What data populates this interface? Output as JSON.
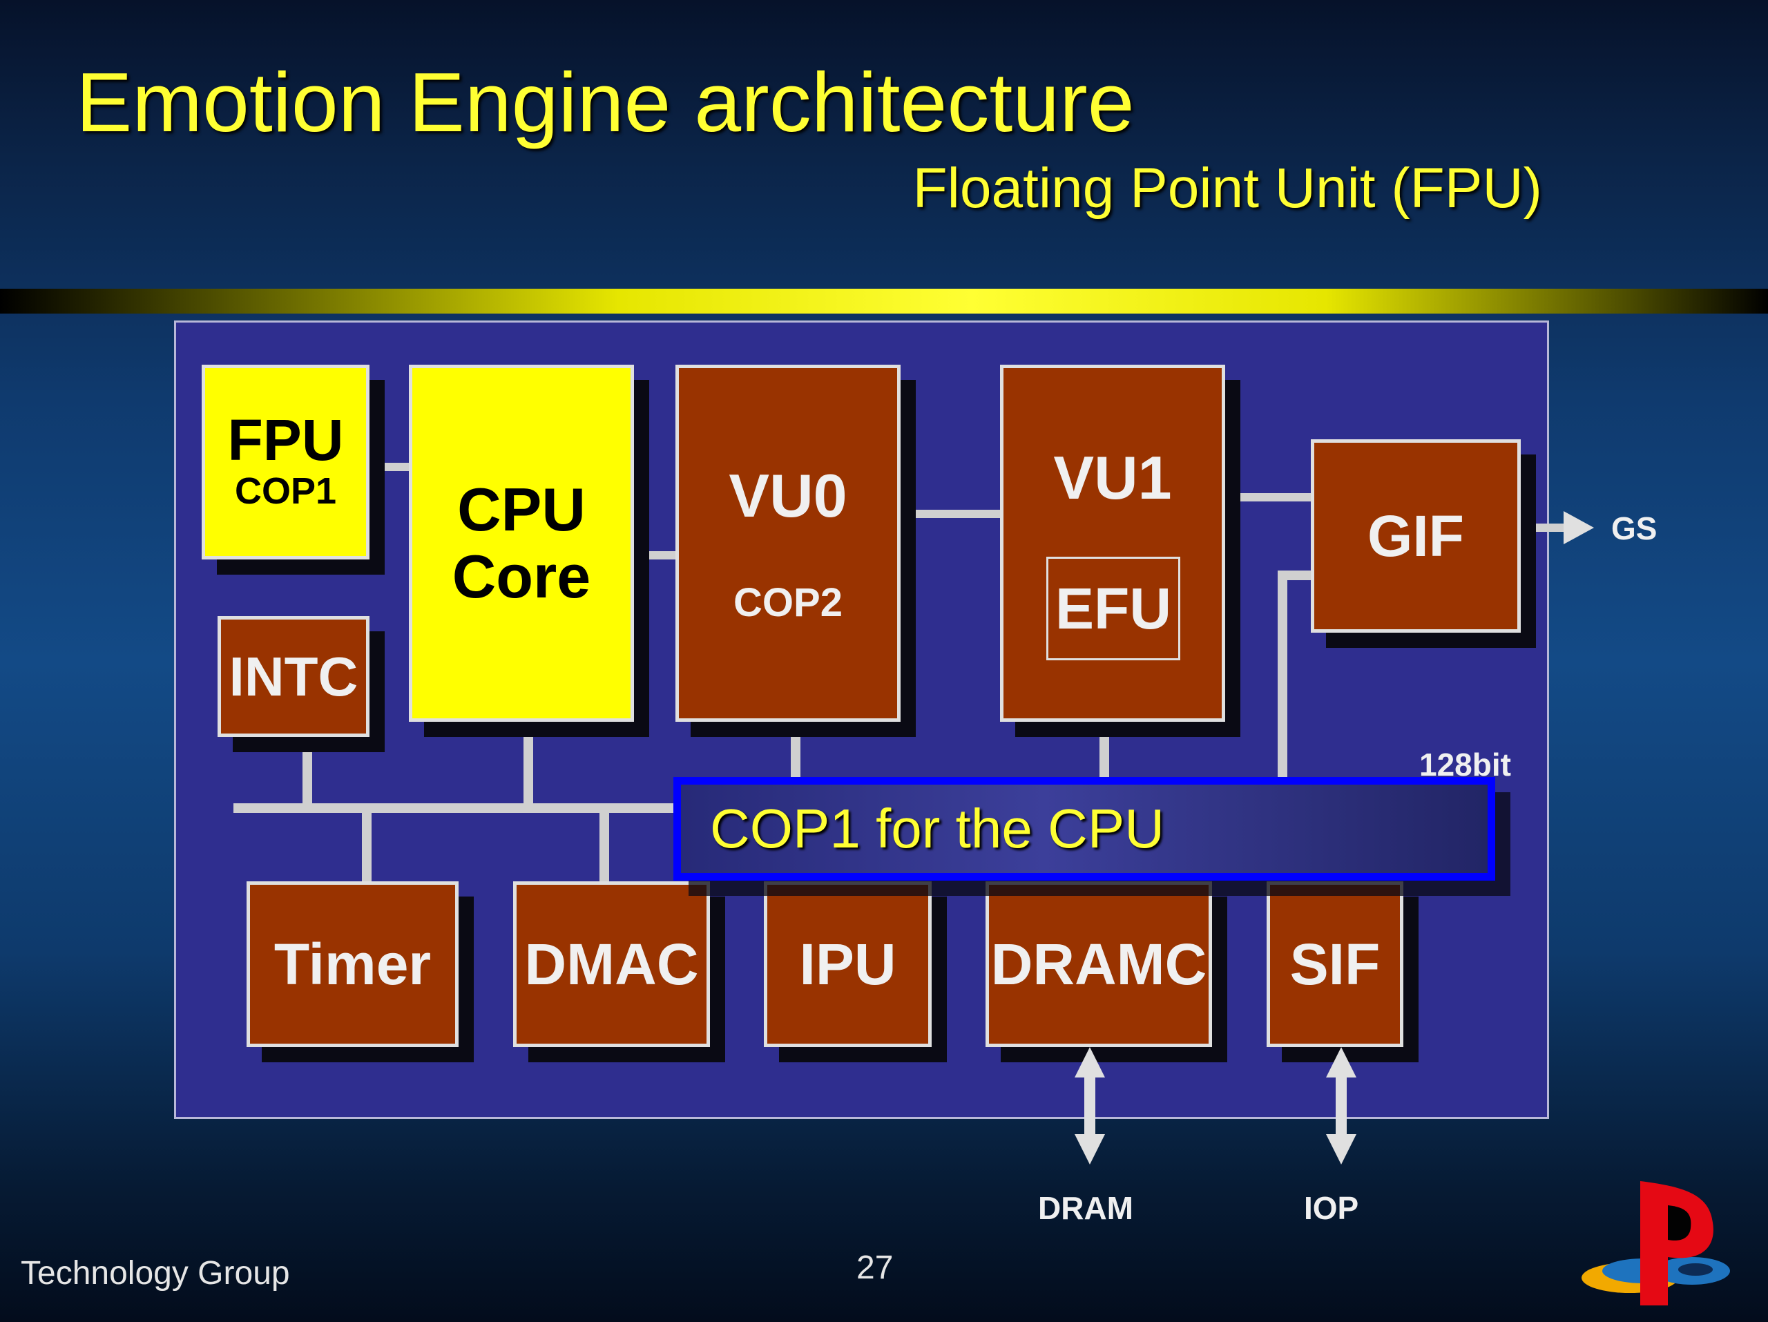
{
  "slide": {
    "title": "Emotion Engine architecture",
    "subtitle": "Floating Point Unit (FPU)"
  },
  "diagram": {
    "fpu": {
      "name": "FPU",
      "sub": "COP1"
    },
    "cpu": {
      "line1": "CPU",
      "line2": "Core"
    },
    "vu0": {
      "name": "VU0",
      "sub": "COP2"
    },
    "vu1": {
      "name": "VU1",
      "inner": "EFU"
    },
    "gif": "GIF",
    "intc": "INTC",
    "timer": "Timer",
    "dmac": "DMAC",
    "ipu": "IPU",
    "dramc": "DRAMC",
    "sif": "SIF",
    "bus_label": "128bit",
    "gs_label": "GS",
    "dram_label": "DRAM",
    "iop_label": "IOP",
    "colors": {
      "highlight_block": "#ffff00",
      "unit_block": "#993300",
      "panel": "#2f2e8f",
      "callout_border": "#0000ff"
    }
  },
  "callout": {
    "text": "COP1 for the CPU"
  },
  "footer": {
    "group": "Technology Group",
    "page_number": "27"
  },
  "logo": {
    "icon": "playstation-logo"
  }
}
